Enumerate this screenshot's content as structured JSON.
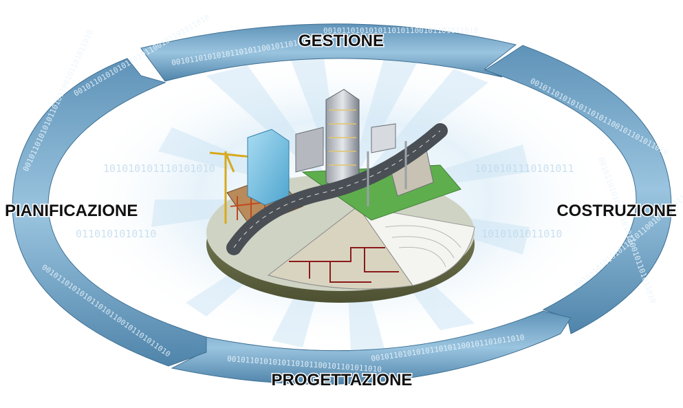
{
  "phases": {
    "top": "GESTIONE",
    "left": "PIANIFICAZIONE",
    "right": "COSTRUZIONE",
    "bottom": "PROGETTAZIONE"
  },
  "colors": {
    "ring_dark": "#3f7599",
    "ring_mid": "#6fa3c6",
    "ring_light": "#c9e2f1",
    "glow": "#d9ecf8",
    "road": "#4a4f55",
    "grass": "#5fae4e",
    "crane": "#e0b020"
  },
  "binary_pattern": "0010110101010110101100101101011010"
}
